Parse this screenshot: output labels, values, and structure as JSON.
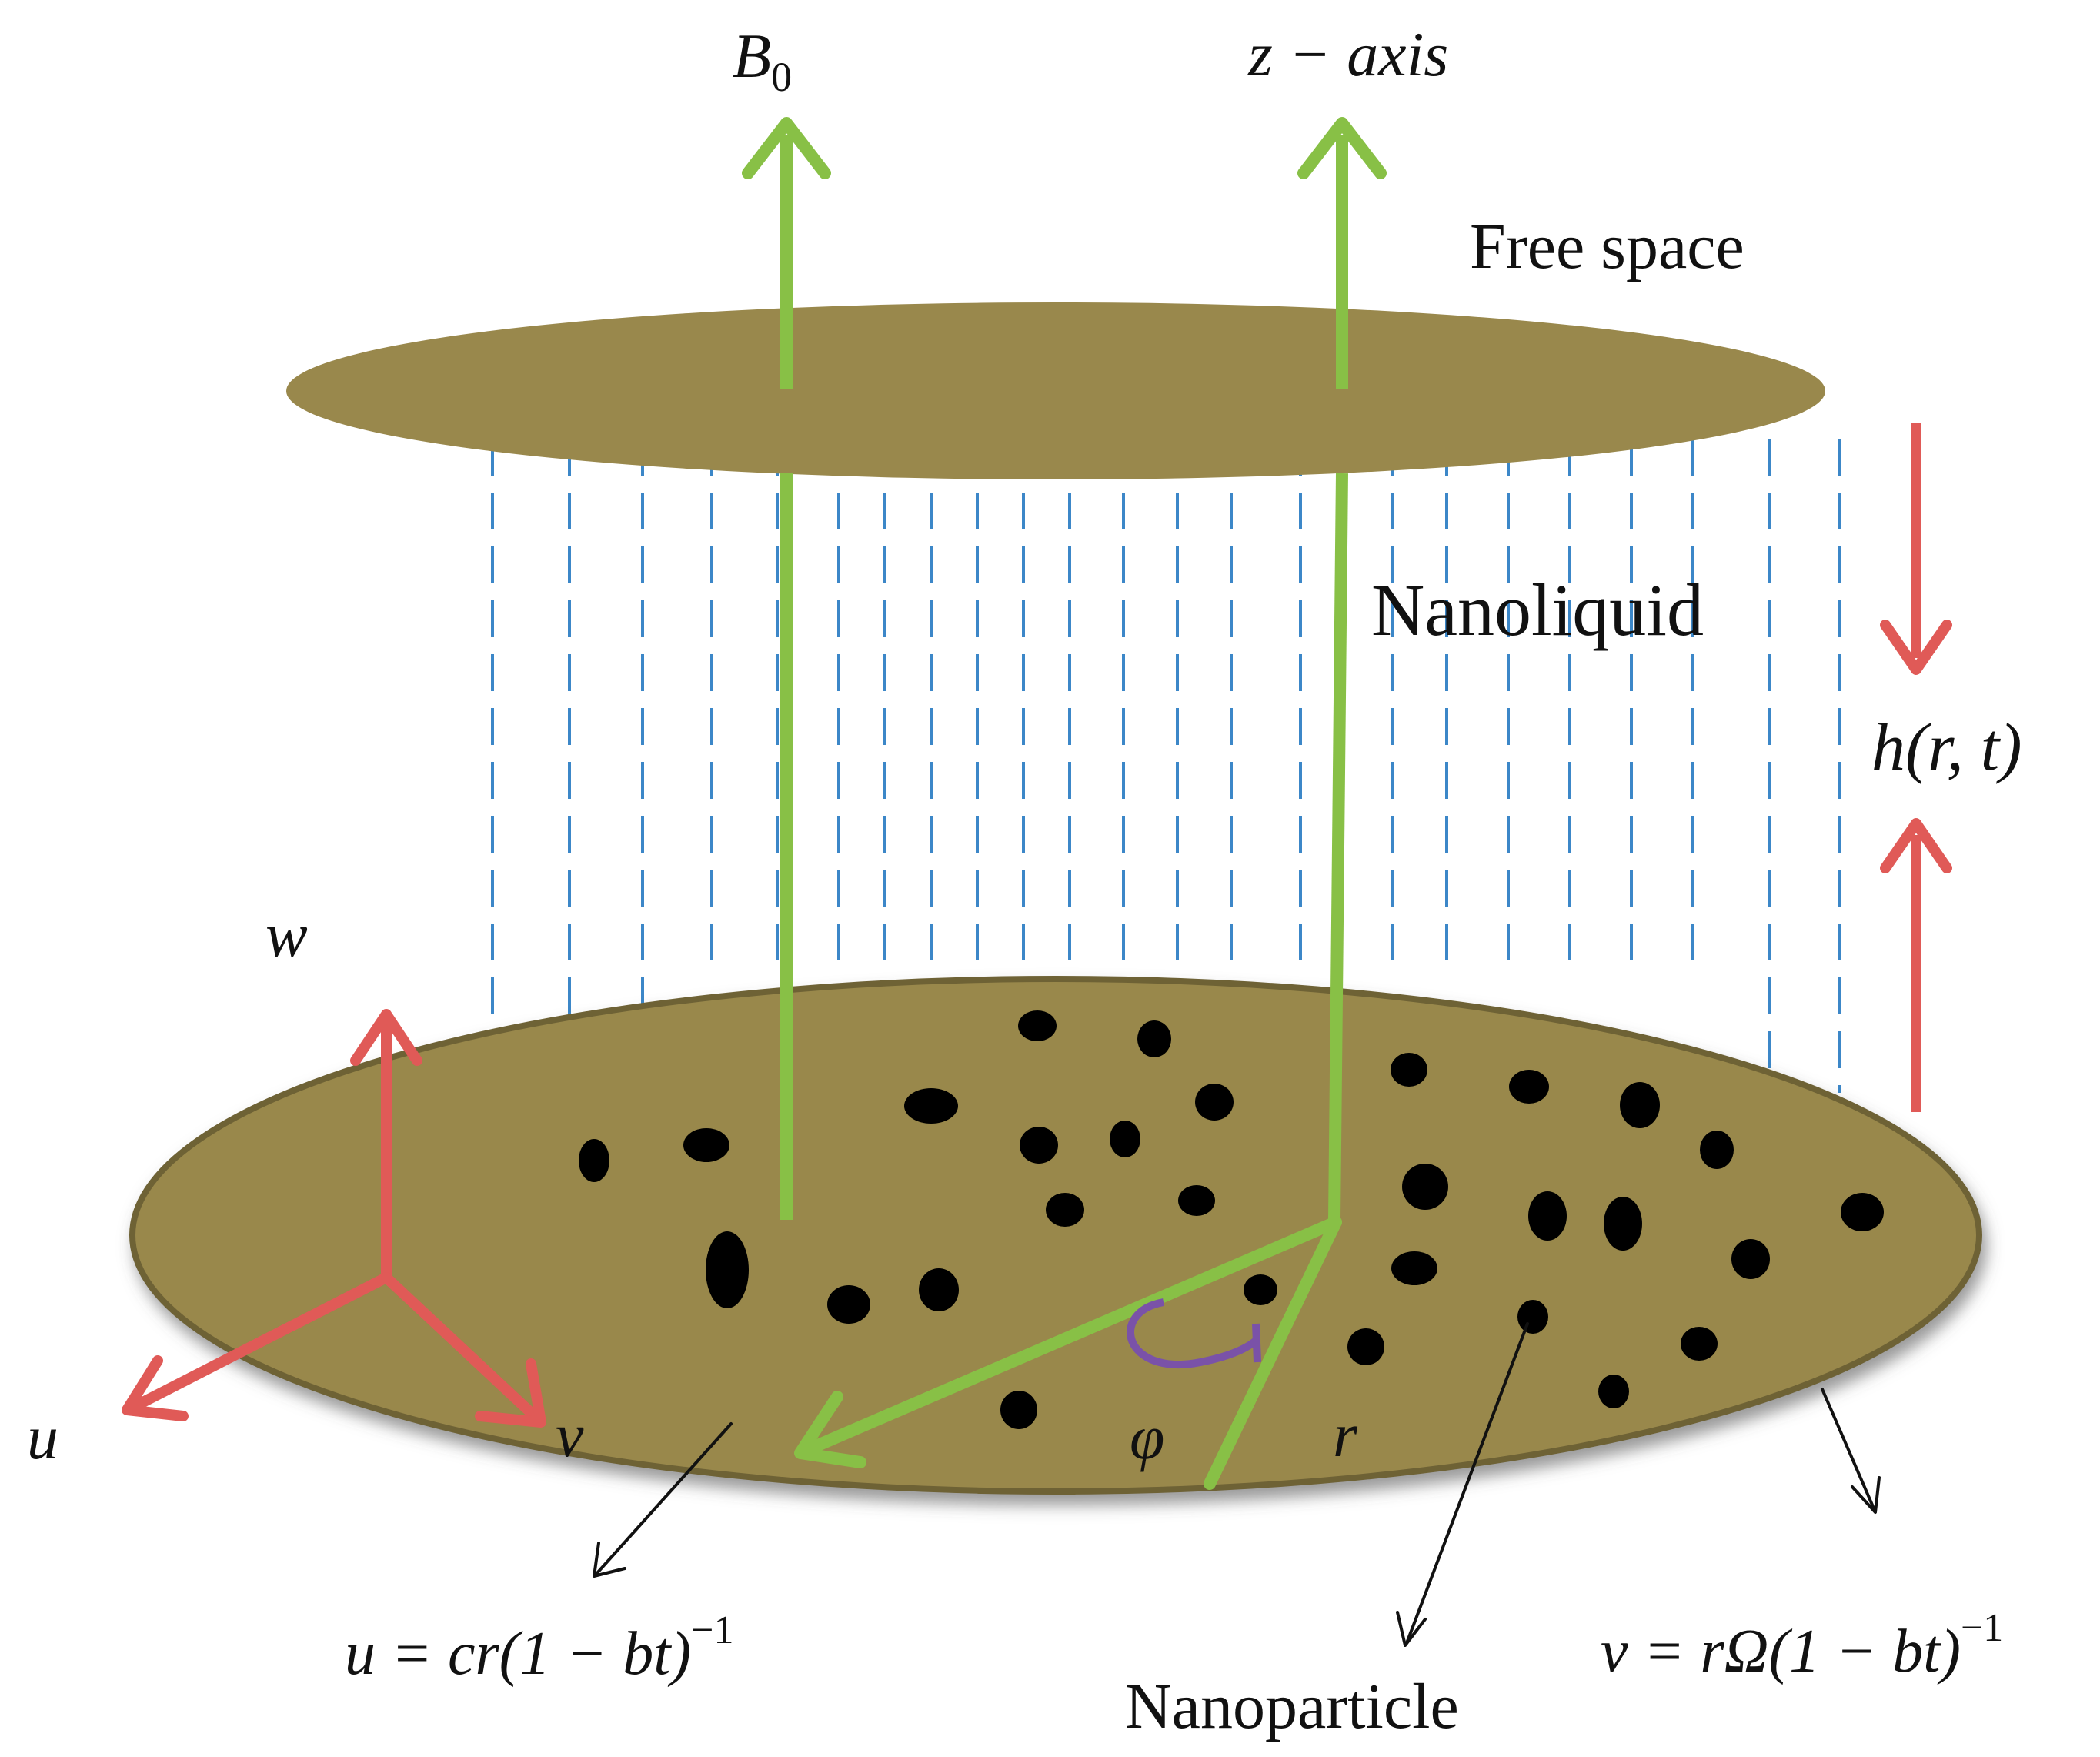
{
  "labels": {
    "b0_main": "B",
    "b0_sub": "0",
    "z_axis": "z − axis",
    "free_space": "Free space",
    "nanoliquid": "Nanoliquid",
    "height": "h(r, t)",
    "w": "w",
    "u": "u",
    "v": "v",
    "phi": "φ",
    "r": "r",
    "nanoparticle": "Nanoparticle",
    "eq_u_main": "u = cr(1 − bt)",
    "eq_u_exp": "−1",
    "eq_v_main": "v = rΩ(1 − bt)",
    "eq_v_exp": "−1"
  },
  "colors": {
    "disk": "#99884c",
    "disk_edge": "#6e6235",
    "green": "#88c046",
    "red": "#e05a57",
    "dash": "#3c87c8",
    "purple": "#7a52a8",
    "particle": "#000000"
  }
}
